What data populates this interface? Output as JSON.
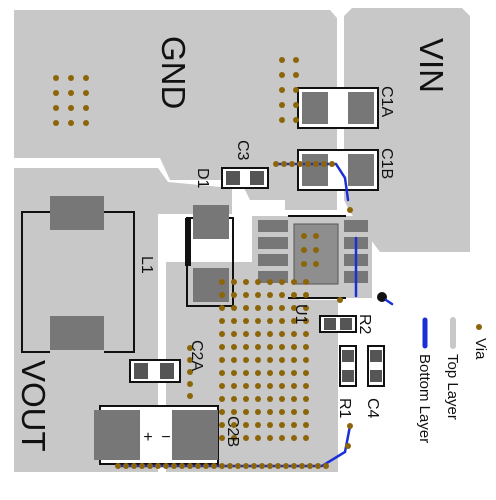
{
  "nets": {
    "gnd": "GND",
    "vin": "VIN",
    "vout": "VOUT"
  },
  "components": {
    "c1a": "C1A",
    "c1b": "C1B",
    "c3": "C3",
    "d1": "D1",
    "l1": "L1",
    "u1": "U1",
    "r2": "R2",
    "c4": "C4",
    "r1": "R1",
    "c2a": "C2A",
    "c2b": "C2B"
  },
  "polarity": {
    "plus": "+",
    "minus": "−"
  },
  "legend": {
    "via": "Via",
    "top_layer": "Top Layer",
    "bottom_layer": "Bottom Layer"
  },
  "colors": {
    "copper_top": "#c8c8c8",
    "via": "#8b6508",
    "bottom_trace": "#1a2fd6",
    "pad": "#8a8a8a",
    "pad_dark": "#5a5a5a",
    "body": "#2a2a2a",
    "background": "#ffffff"
  }
}
